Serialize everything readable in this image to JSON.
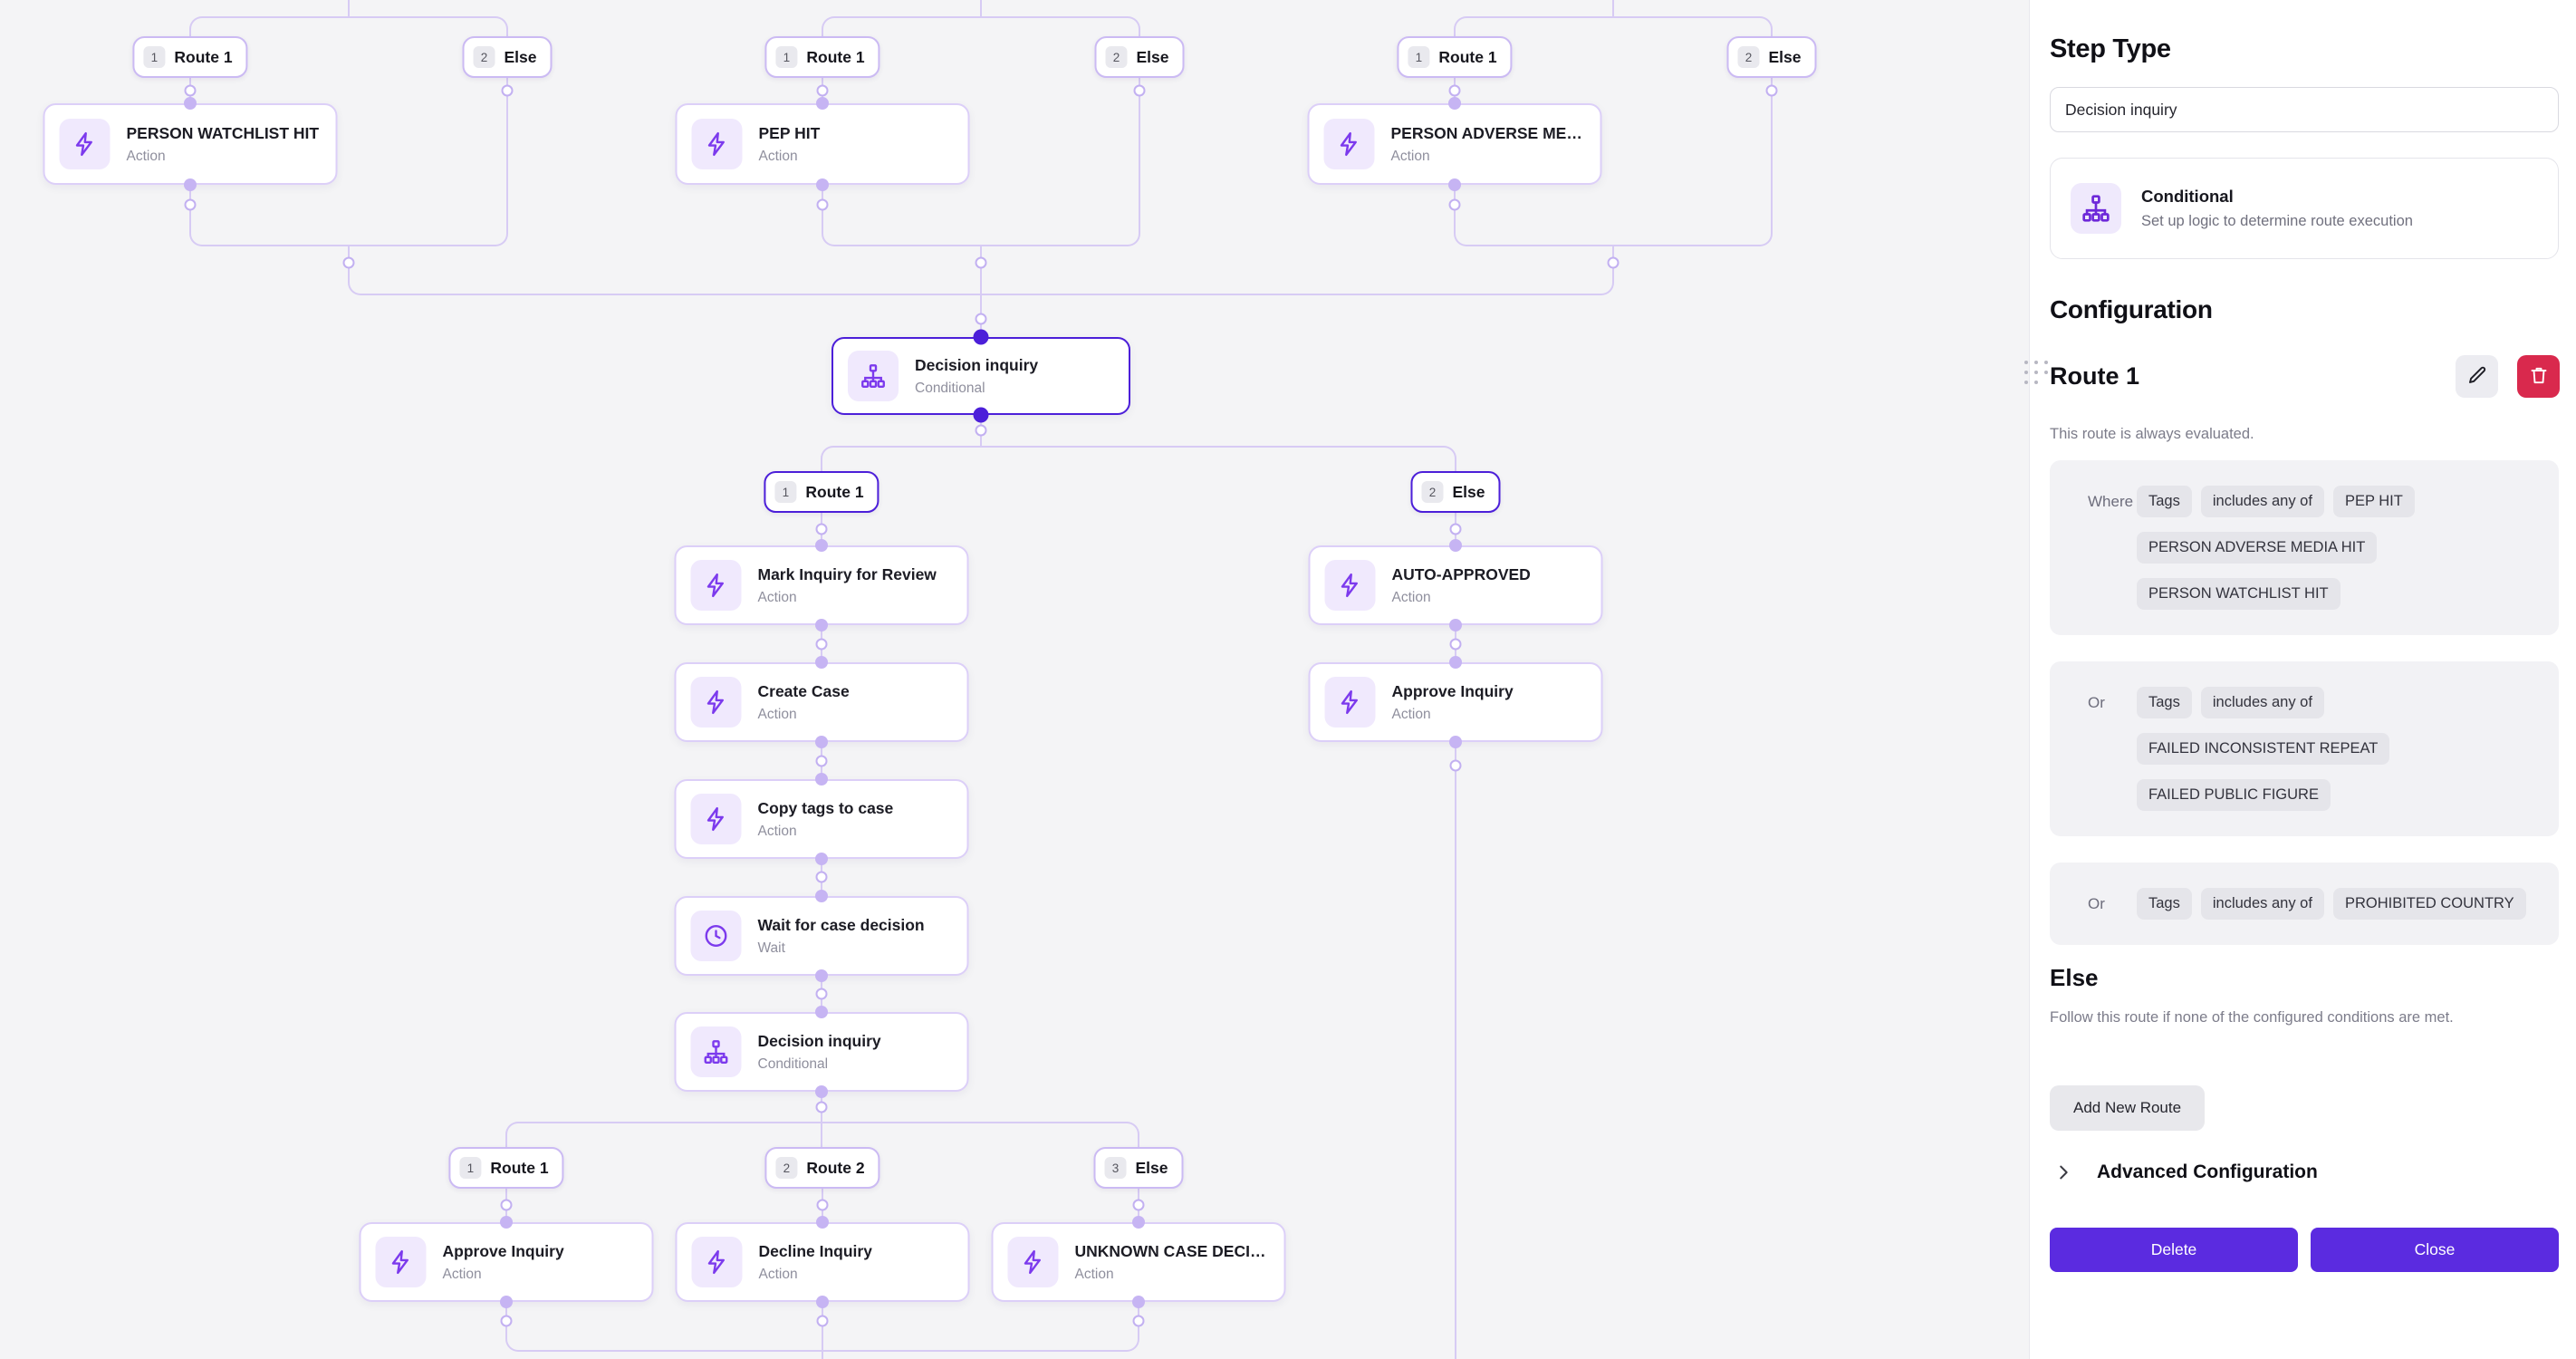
{
  "theme": {
    "accent": "#5b2be0",
    "accent_deep": "#4c1fd9",
    "danger": "#d9294d",
    "edge_line": "#d7cbf4",
    "icon_purple": "#7c3aed"
  },
  "canvas": {
    "route_badges": [
      {
        "id": "tb1r",
        "number": "1",
        "label": "Route 1",
        "selected": false
      },
      {
        "id": "tb1e",
        "number": "2",
        "label": "Else",
        "selected": false
      },
      {
        "id": "tb2r",
        "number": "1",
        "label": "Route 1",
        "selected": false
      },
      {
        "id": "tb2e",
        "number": "2",
        "label": "Else",
        "selected": false
      },
      {
        "id": "tb3r",
        "number": "1",
        "label": "Route 1",
        "selected": false
      },
      {
        "id": "tb3e",
        "number": "2",
        "label": "Else",
        "selected": false
      },
      {
        "id": "mbr",
        "number": "1",
        "label": "Route 1",
        "selected": true
      },
      {
        "id": "mbe",
        "number": "2",
        "label": "Else",
        "selected": true
      },
      {
        "id": "bb1",
        "number": "1",
        "label": "Route 1",
        "selected": false
      },
      {
        "id": "bb2",
        "number": "2",
        "label": "Route 2",
        "selected": false
      },
      {
        "id": "bb3",
        "number": "3",
        "label": "Else",
        "selected": false
      }
    ],
    "nodes": [
      {
        "id": "n_pwh",
        "title": "PERSON WATCHLIST HIT",
        "subtitle": "Action",
        "icon": "lightning-icon",
        "selected": false
      },
      {
        "id": "n_pep",
        "title": "PEP HIT",
        "subtitle": "Action",
        "icon": "lightning-icon",
        "selected": false
      },
      {
        "id": "n_pam",
        "title": "PERSON ADVERSE MEDI…",
        "subtitle": "Action",
        "icon": "lightning-icon",
        "selected": false
      },
      {
        "id": "n_dec",
        "title": "Decision inquiry",
        "subtitle": "Conditional",
        "icon": "sitemap-icon",
        "selected": true
      },
      {
        "id": "n_mark",
        "title": "Mark Inquiry for Review",
        "subtitle": "Action",
        "icon": "lightning-icon",
        "selected": false
      },
      {
        "id": "n_auto",
        "title": "AUTO-APPROVED",
        "subtitle": "Action",
        "icon": "lightning-icon",
        "selected": false
      },
      {
        "id": "n_case",
        "title": "Create Case",
        "subtitle": "Action",
        "icon": "lightning-icon",
        "selected": false
      },
      {
        "id": "n_appr",
        "title": "Approve Inquiry",
        "subtitle": "Action",
        "icon": "lightning-icon",
        "selected": false
      },
      {
        "id": "n_copy",
        "title": "Copy tags to case",
        "subtitle": "Action",
        "icon": "lightning-icon",
        "selected": false
      },
      {
        "id": "n_wait",
        "title": "Wait for case decision",
        "subtitle": "Wait",
        "icon": "clock-icon",
        "selected": false
      },
      {
        "id": "n_dec2",
        "title": "Decision inquiry",
        "subtitle": "Conditional",
        "icon": "sitemap-icon",
        "selected": false
      },
      {
        "id": "n_appr2",
        "title": "Approve Inquiry",
        "subtitle": "Action",
        "icon": "lightning-icon",
        "selected": false
      },
      {
        "id": "n_decl",
        "title": "Decline Inquiry",
        "subtitle": "Action",
        "icon": "lightning-icon",
        "selected": false
      },
      {
        "id": "n_unk",
        "title": "UNKNOWN CASE DECISI…",
        "subtitle": "Action",
        "icon": "lightning-icon",
        "selected": false
      }
    ]
  },
  "panel": {
    "step_type_label": "Step Type",
    "step_name_value": "Decision inquiry",
    "type_card": {
      "title": "Conditional",
      "description": "Set up logic to determine route execution",
      "icon": "sitemap-icon"
    },
    "configuration_label": "Configuration",
    "route": {
      "title": "Route 1",
      "note": "This route is always evaluated.",
      "edit_icon": "pencil-icon",
      "delete_icon": "trash-icon",
      "condition_groups": [
        {
          "label": "Where",
          "chips": [
            "Tags",
            "includes any of",
            "PEP HIT",
            "PERSON ADVERSE MEDIA HIT",
            "PERSON WATCHLIST HIT"
          ]
        },
        {
          "label": "Or",
          "chips": [
            "Tags",
            "includes any of",
            "FAILED INCONSISTENT REPEAT",
            "FAILED PUBLIC FIGURE"
          ]
        },
        {
          "label": "Or",
          "chips": [
            "Tags",
            "includes any of",
            "PROHIBITED COUNTRY"
          ]
        }
      ]
    },
    "else_section": {
      "title": "Else",
      "description": "Follow this route if none of the configured conditions are met."
    },
    "add_new_route_label": "Add New Route",
    "advanced_configuration_label": "Advanced Configuration",
    "delete_label": "Delete",
    "close_label": "Close"
  }
}
